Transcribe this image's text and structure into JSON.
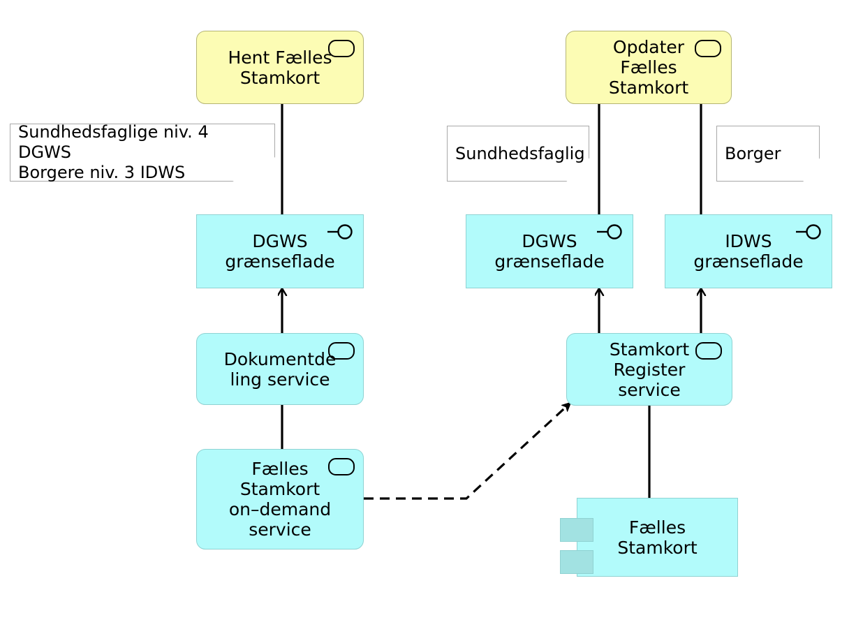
{
  "diagram": {
    "title": "Fælles Stamkort komponentdiagram",
    "background": "#ffffff",
    "colors": {
      "usecase_fill": "#fcfcb4",
      "usecase_border": "#b5b574",
      "component_fill": "#b2fbfb",
      "component_border": "#8fd2d2",
      "component_tab_fill": "#a2e2e2",
      "note_border": "#a8a8a8",
      "edge": "#000000"
    }
  },
  "nodes": {
    "hent_faelles_stamkort": {
      "label": "Hent Fælles\nStamkort",
      "type": "usecase",
      "icon": "usecase-icon"
    },
    "opdater_faelles_stamkort": {
      "label": "Opdater\nFælles\nStamkort",
      "type": "usecase",
      "icon": "usecase-icon"
    },
    "dgws_graenseflade_left": {
      "label": "DGWS\ngrænseflade",
      "type": "interface",
      "icon": "provided-interface-icon"
    },
    "dgws_graenseflade_mid": {
      "label": "DGWS\ngrænseflade",
      "type": "interface",
      "icon": "provided-interface-icon"
    },
    "idws_graenseflade": {
      "label": "IDWS\ngrænseflade",
      "type": "interface",
      "icon": "provided-interface-icon"
    },
    "dokumentdeling_service": {
      "label": "Dokumentde\nling service",
      "type": "service",
      "icon": "usecase-icon"
    },
    "faelles_stamkort_on_demand_service": {
      "label": "Fælles\nStamkort\non–demand\nservice",
      "type": "service",
      "icon": "usecase-icon"
    },
    "stamkort_register_service": {
      "label": "Stamkort\nRegister\nservice",
      "type": "service",
      "icon": "usecase-icon"
    },
    "faelles_stamkort_component": {
      "label": "Fælles\nStamkort",
      "type": "component",
      "icon": "component-icon"
    }
  },
  "notes": {
    "note_left": {
      "label": "Sundhedsfaglige niv. 4 DGWS\nBorgere niv. 3 IDWS"
    },
    "note_mid": {
      "label": "Sundhedsfaglig"
    },
    "note_right": {
      "label": "Borger"
    }
  },
  "edges": [
    {
      "name": "hent-to-dgws-left",
      "style": "solid",
      "arrow": "none"
    },
    {
      "name": "dokumentdeling-to-dgws-left",
      "style": "solid",
      "arrow": "open"
    },
    {
      "name": "on-demand-to-dokumentdeling",
      "style": "solid",
      "arrow": "none"
    },
    {
      "name": "opdater-to-dgws-mid",
      "style": "solid",
      "arrow": "none"
    },
    {
      "name": "opdater-to-idws",
      "style": "solid",
      "arrow": "none"
    },
    {
      "name": "stamkort-register-to-dgws-mid",
      "style": "solid",
      "arrow": "open"
    },
    {
      "name": "stamkort-register-to-idws",
      "style": "solid",
      "arrow": "open"
    },
    {
      "name": "stamkort-register-to-faelles-stamkort",
      "style": "solid",
      "arrow": "none"
    },
    {
      "name": "on-demand-to-stamkort-register",
      "style": "dashed",
      "arrow": "open"
    }
  ]
}
